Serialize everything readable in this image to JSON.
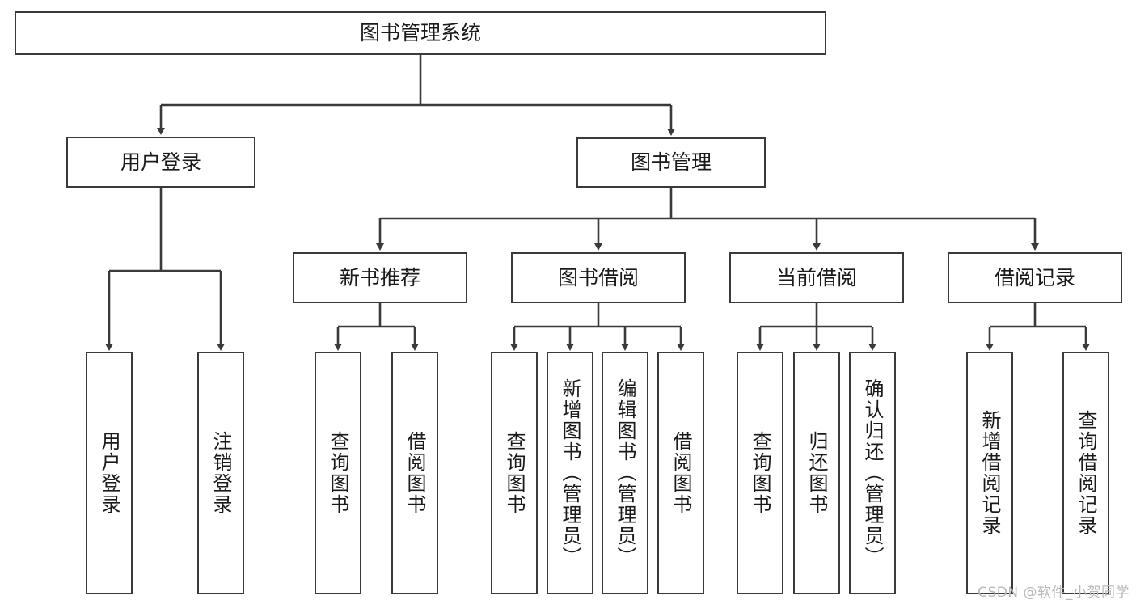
{
  "diagram": {
    "title": "图书管理系统",
    "type": "tree-hierarchy",
    "orientation": "top-down",
    "colors": {
      "node_border": "#3a3a3a",
      "node_fill": "#ffffff",
      "edge": "#3a3a3a",
      "text": "#1a1a1a",
      "watermark": "#b9b9b9",
      "background": "#ffffff"
    }
  },
  "nodes": {
    "root": {
      "label": "图书管理系统"
    },
    "level2": [
      {
        "label": "用户登录"
      },
      {
        "label": "图书管理"
      }
    ],
    "level3": [
      {
        "label": "新书推荐"
      },
      {
        "label": "图书借阅"
      },
      {
        "label": "当前借阅"
      },
      {
        "label": "借阅记录"
      }
    ],
    "leaves": {
      "user_login": [
        {
          "label": "用户登录"
        },
        {
          "label": "注销登录"
        }
      ],
      "new_book_recommend": [
        {
          "label": "查询图书"
        },
        {
          "label": "借阅图书"
        }
      ],
      "book_borrow": [
        {
          "label": "查询图书"
        },
        {
          "label": "新增图书（管理员）"
        },
        {
          "label": "编辑图书（管理员）"
        },
        {
          "label": "借阅图书"
        }
      ],
      "current_borrow": [
        {
          "label": "查询图书"
        },
        {
          "label": "归还图书"
        },
        {
          "label": "确认归还（管理员）"
        }
      ],
      "borrow_record": [
        {
          "label": "新增借阅记录"
        },
        {
          "label": "查询借阅记录"
        }
      ]
    }
  },
  "watermark": {
    "text": "CSDN @软件_小贺同学"
  }
}
